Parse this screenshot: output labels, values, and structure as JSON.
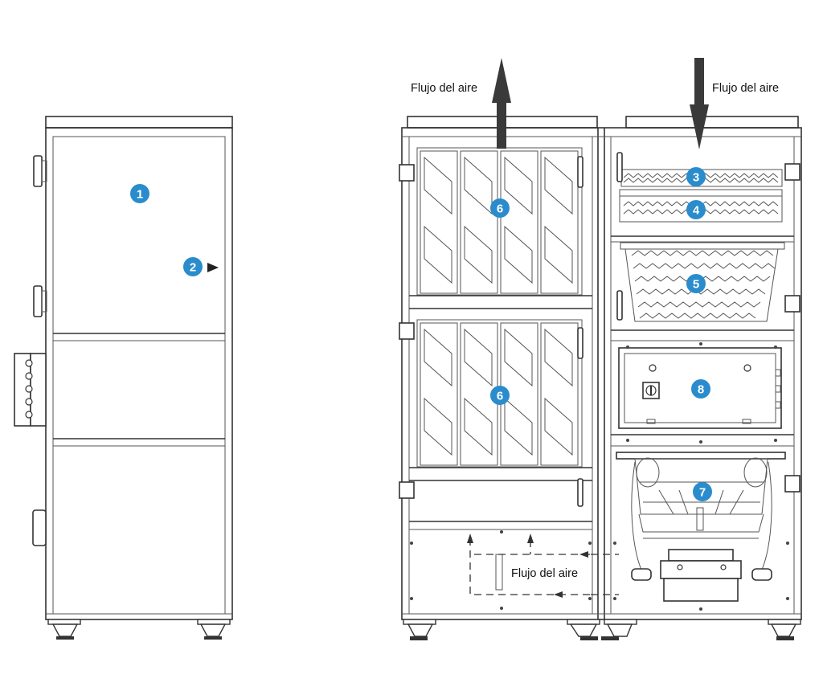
{
  "labels": {
    "airflow_top_left": "Flujo del aire",
    "airflow_top_right": "Flujo del aire",
    "airflow_bottom": "Flujo del aire"
  },
  "callouts": [
    "1",
    "2",
    "3",
    "4",
    "5",
    "6",
    "6",
    "7",
    "8"
  ],
  "colors": {
    "callout": "#2a8ccc",
    "outline": "#333333",
    "arrow": "#3a3a3a"
  },
  "icons": {
    "airflow_arrow": "arrow-icon",
    "callout_marker": "circle-number"
  }
}
